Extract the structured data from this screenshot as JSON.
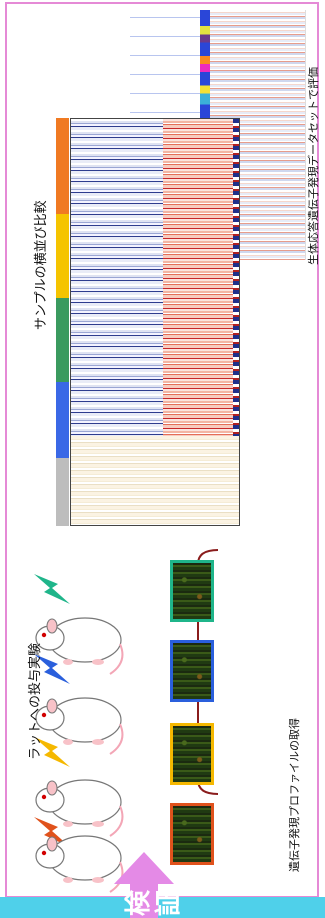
{
  "labels": {
    "rat_experiment": "ラットへの投与実験",
    "profile": "遺伝子発現プロファイルの取得",
    "compare": "サンプルの横並び比較",
    "evaluate": "生体応答遺伝子発現データセットで評価",
    "arrow_text": "検証"
  },
  "colors": {
    "frame": "#e58ad6",
    "arrow": "#e48ae6",
    "bottom_band": "#4fd0ea",
    "group_green": "#1fb58a",
    "group_blue": "#2a5fdc",
    "group_yellow": "#f5b800",
    "group_orange": "#e0521c",
    "group_gray": "#bdbdbd",
    "group_green_bar": "#3a9a5f"
  },
  "icons": {
    "lightning": "lightning-bolt-icon",
    "rat": "rat-illustration",
    "chip": "microarray-chip",
    "brace": "curly-brace"
  }
}
